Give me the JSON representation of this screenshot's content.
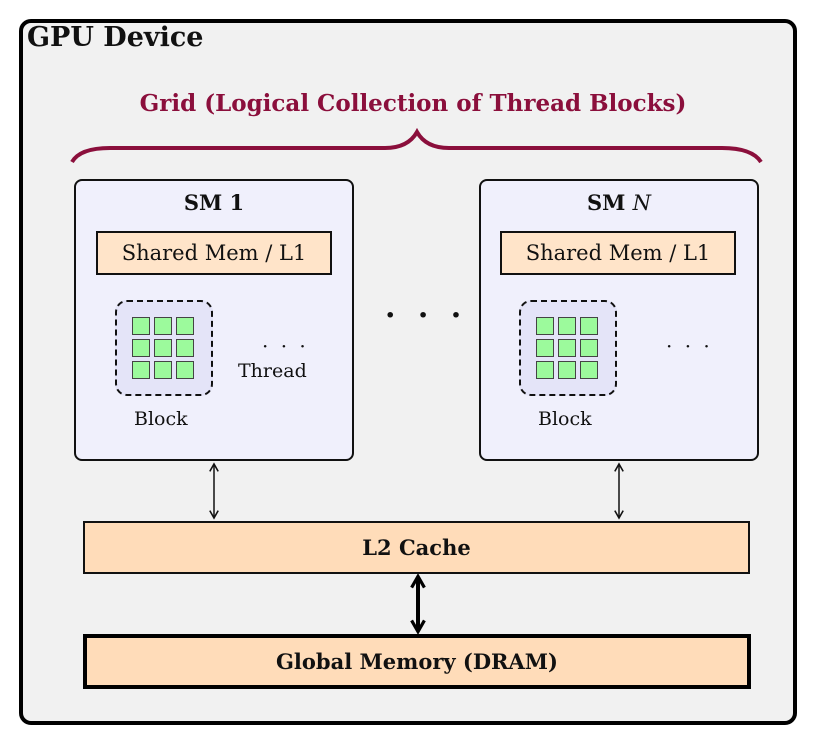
{
  "device": {
    "title": "GPU Device"
  },
  "grid": {
    "title": "Grid (Logical Collection of Thread Blocks)",
    "color": "#8b0f3c"
  },
  "sms": [
    {
      "title_prefix": "SM",
      "title_suffix": "1",
      "suffix_italic": false,
      "shared_mem": "Shared Mem / L1",
      "block_label": "Block",
      "thread_label": "Thread",
      "ellipsis": "· · ·"
    },
    {
      "title_prefix": "SM",
      "title_suffix": "N",
      "suffix_italic": true,
      "shared_mem": "Shared Mem / L1",
      "block_label": "Block",
      "ellipsis": "· · ·"
    }
  ],
  "between_sms_ellipsis": "· · ·",
  "l2": {
    "label": "L2 Cache"
  },
  "global_memory": {
    "label": "Global Memory (DRAM)"
  },
  "colors": {
    "thread_cell": "#9cfa9c",
    "memory_fill": "#ffdcb9",
    "sm_fill": "#f0f0fc",
    "block_fill": "#e4e4f8"
  }
}
